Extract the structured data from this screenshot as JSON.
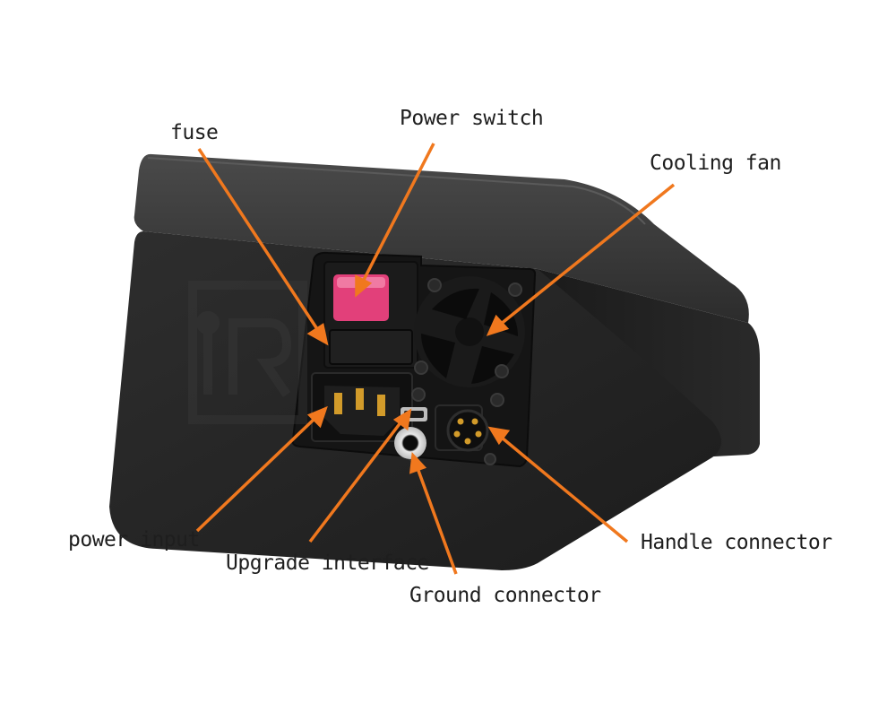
{
  "labels": {
    "fuse": "fuse",
    "power_switch": "Power switch",
    "cooling_fan": "Cooling fan",
    "power_input": "power input",
    "upgrade_interface": "Upgrade interface",
    "ground_connector": "Ground connector",
    "handle_connector": "Handle connector"
  },
  "colors": {
    "callout": "#f0781e",
    "body": "#262626",
    "panel": "#121212",
    "switch": "#e2407a",
    "text": "#1e1e1e"
  },
  "icons": {
    "fan": "cooling-fan-icon",
    "iec": "iec-power-socket-icon",
    "usb": "micro-usb-port-icon",
    "ground": "ground-jack-icon",
    "din": "din-connector-icon"
  }
}
